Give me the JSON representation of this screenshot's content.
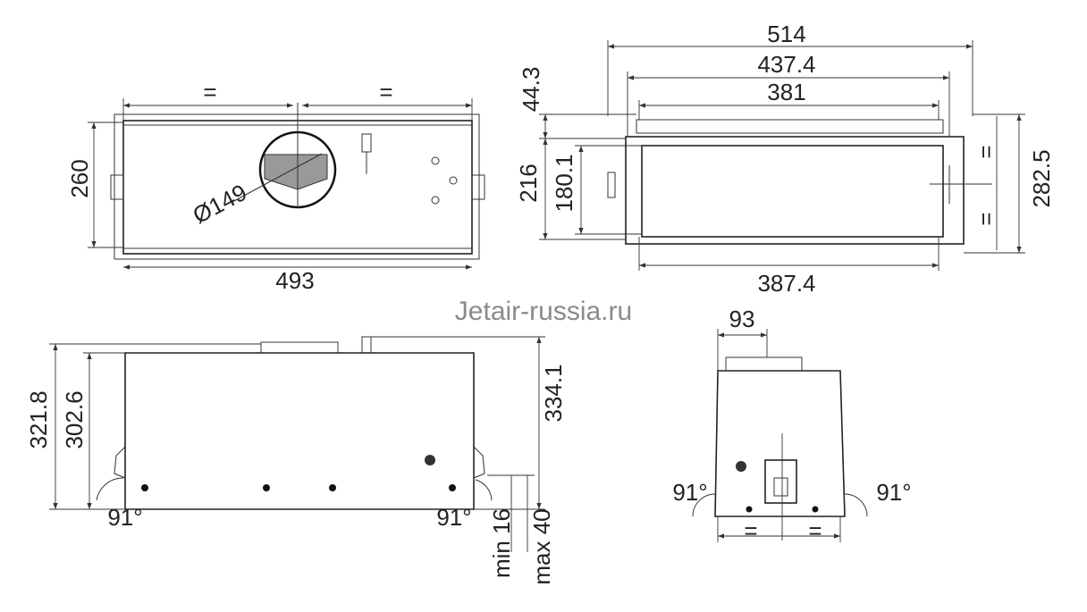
{
  "watermark": "Jetair-russia.ru",
  "top_view": {
    "equal_left": "=",
    "equal_right": "=",
    "depth": "260",
    "width": "493",
    "duct_diameter": "Ø149"
  },
  "front_view": {
    "overall_width": "514",
    "panel_width": "437.4",
    "inner_width": "381",
    "glass_width": "387.4",
    "top_offset": "44.3",
    "height_216": "216",
    "height_180": "180.1",
    "overall_height": "282.5",
    "equal_top": "=",
    "equal_bottom": "="
  },
  "side_view": {
    "height_321": "321.8",
    "height_302": "302.6",
    "height_334": "334.1",
    "angle_left": "91°",
    "angle_right": "91°",
    "min": "min 16",
    "max": "max 40"
  },
  "end_view": {
    "offset": "93",
    "angle_left": "91°",
    "angle_right": "91°",
    "equal_left": "=",
    "equal_right": "="
  }
}
